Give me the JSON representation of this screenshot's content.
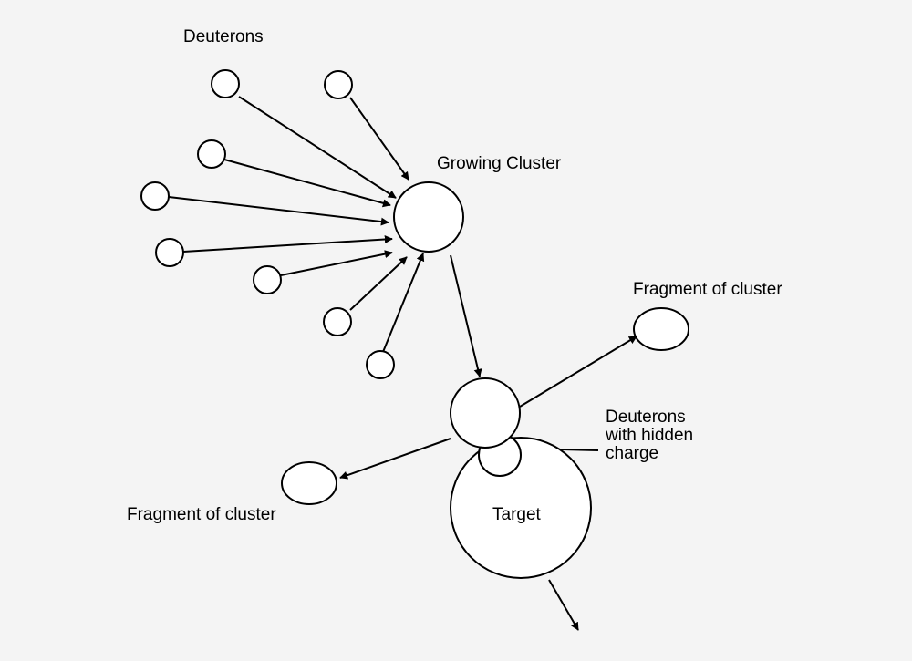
{
  "colors": {
    "background": "#f4f4f4",
    "stroke": "#000000",
    "fill": "#ffffff"
  },
  "labels": {
    "deuterons_top": "Deuterons",
    "growing_cluster": "Growing Cluster",
    "fragment_right": "Fragment of cluster",
    "fragment_left": "Fragment of cluster",
    "hidden_charge_line1": "Deuterons",
    "hidden_charge_line2": "with hidden",
    "hidden_charge_line3": "charge",
    "target": "Target"
  }
}
